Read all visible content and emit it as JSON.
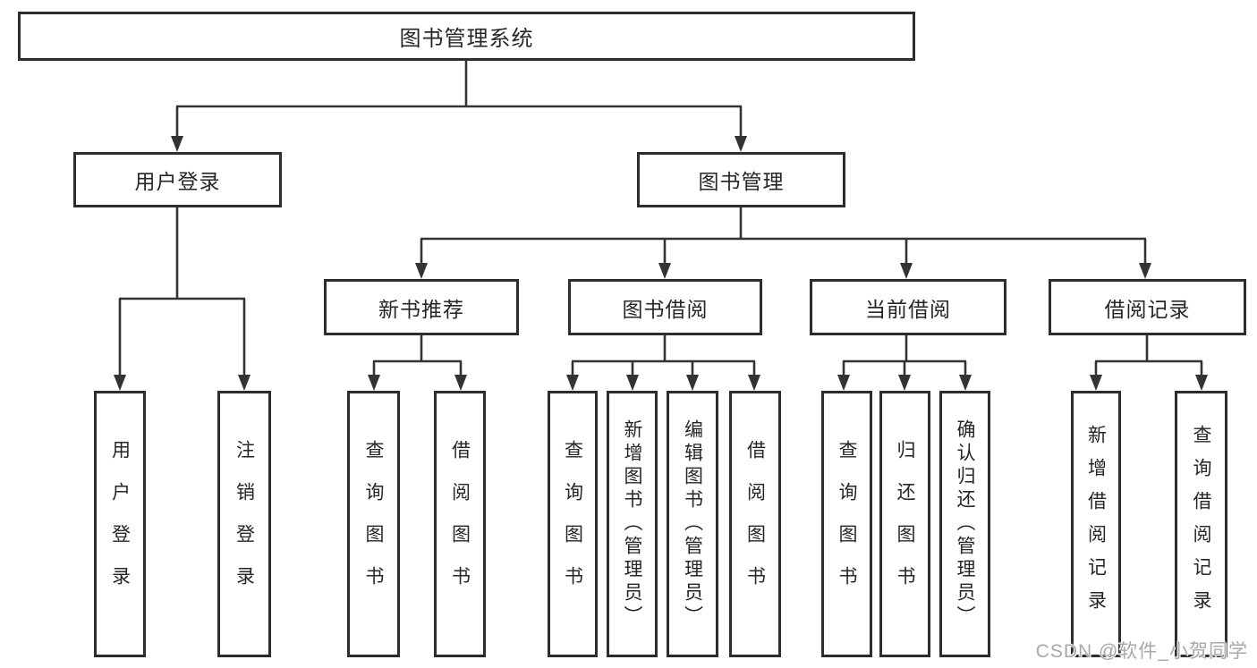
{
  "diagram": {
    "title": "图书管理系统",
    "root": {
      "label": "图书管理系统"
    },
    "level2": [
      {
        "label": "用户登录"
      },
      {
        "label": "图书管理"
      }
    ],
    "level3": [
      {
        "label": "新书推荐"
      },
      {
        "label": "图书借阅"
      },
      {
        "label": "当前借阅"
      },
      {
        "label": "借阅记录"
      }
    ],
    "leaves": [
      [
        "用户登录",
        "注销登录"
      ],
      [
        "查询图书",
        "借阅图书"
      ],
      [
        "查询图书",
        "新增图书（管理员）",
        "编辑图书（管理员）",
        "借阅图书"
      ],
      [
        "查询图书",
        "归还图书",
        "确认归还（管理员）"
      ],
      [
        "新增借阅记录",
        "查询借阅记录"
      ]
    ]
  },
  "watermark": {
    "text": "CSDN @软件_小贺同学"
  },
  "colors": {
    "line": "#333333",
    "box_border": "#2d2d2d",
    "text": "#262626",
    "background": "#ffffff",
    "watermark": "#a8a8a8"
  }
}
